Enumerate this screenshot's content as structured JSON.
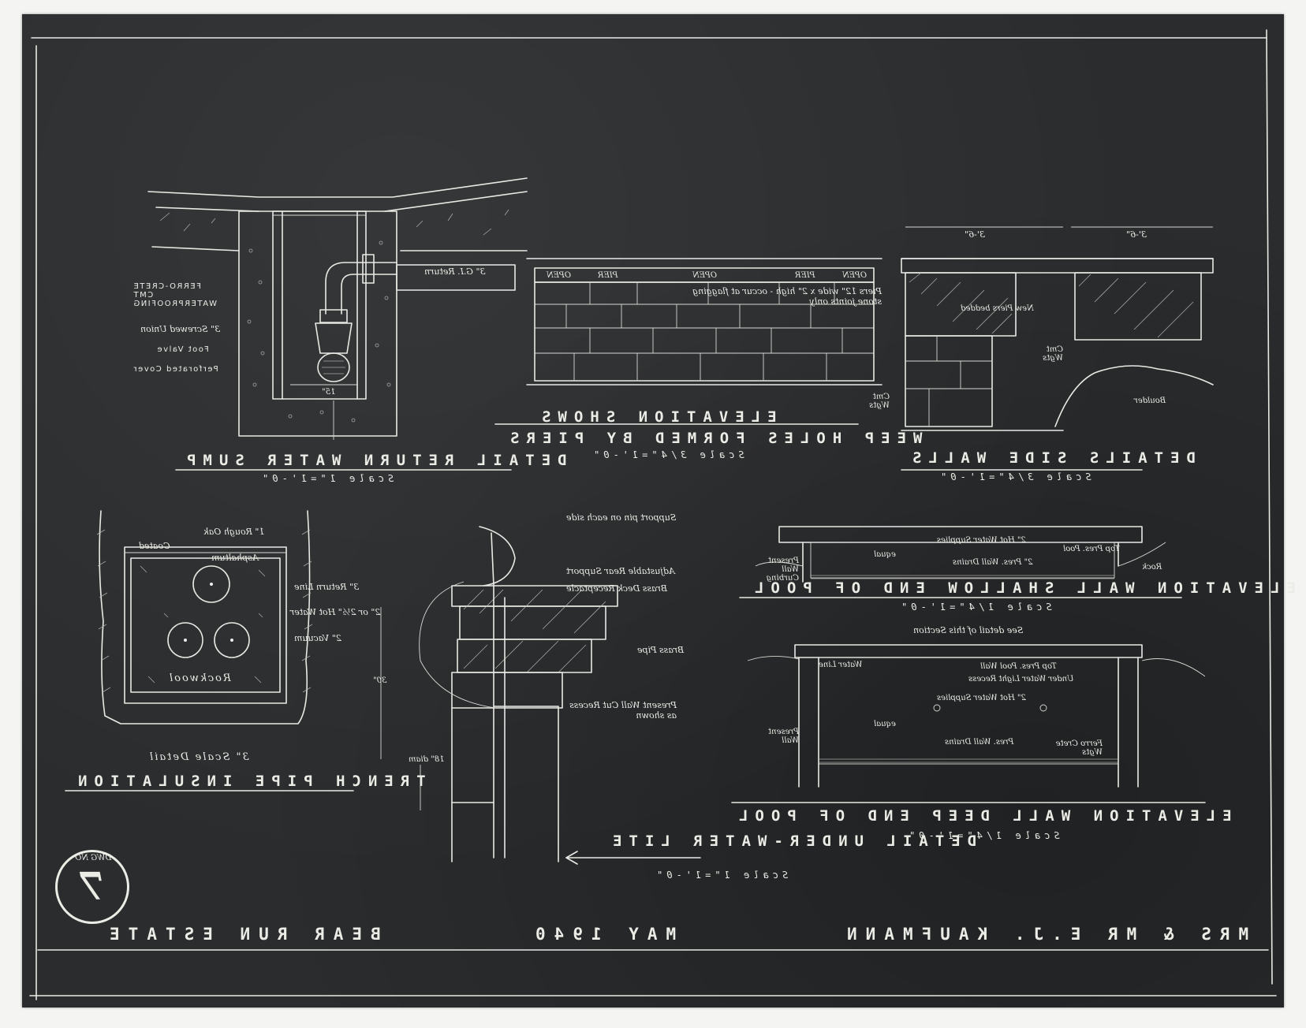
{
  "titles": {
    "sump": "DETAIL RETURN WATER SUMP",
    "sump_scale": "Scale 1\"=1'-0\"",
    "weep": "WEEP HOLES FORMED BY PIERS",
    "weep_sub": "ELEVATION SHOWS",
    "weep_scale": "Scale 3/4\"=1'-0\"",
    "side": "DETAILS SIDE WALLS",
    "side_scale": "Scale 3/4\"=1'-0\"",
    "trench": "TRENCH PIPE INSULATION",
    "trench_scale": "3\" Scale Detail",
    "lite": "DETAIL UNDER-WATER LITE",
    "lite_scale": "Scale 1\"=1'-0\"",
    "shallow": "ELEVATION WALL SHALLOW END OF POOL",
    "shallow_scale": "Scale 1/4\"=1'-0\"",
    "deep": "ELEVATION WALL DEEP END OF POOL",
    "deep_scale": "Scale 1/4\"=1'-0\""
  },
  "sump_notes": {
    "pipe": "3\" G.I. Return",
    "water": "FERRO-CRETE CMT WATERPROOFING",
    "union": "3\" Screwed Union",
    "valve": "Foot Valve",
    "cover": "Perforated Cover",
    "width": "15\""
  },
  "weep_notes": {
    "piers": "Piers 12\" wide x 2\" high - occur at flagging stone joints only",
    "open1": "OPEN",
    "pier1": "PIER",
    "open2": "OPEN",
    "pier2": "PIER",
    "open3": "OPEN",
    "cmt": "Cmt Wgts"
  },
  "side_notes": {
    "dim1": "3'-6\"",
    "dim2": "3'-6\"",
    "bedded": "New Piers bedded",
    "cmt": "Cmt Wgts",
    "boulder": "Boulder"
  },
  "trench_notes": {
    "oak": "1\" Rough Oak",
    "coated": "Coated",
    "asphaltum": "Asphaltum",
    "return": "3\" Return Line",
    "hot": "2\" or 2½\" Hot Water",
    "vacuum": "2\" Vacuum",
    "rockwool": "Rockwool"
  },
  "lite_notes": {
    "support": "Support pin on each side",
    "rear": "Adjustable Rear Support",
    "brass": "Brass Deck Receptacle",
    "pipe": "Brass Pipe",
    "wall": "Present Wall Cut Recess as shown",
    "height": "30\"",
    "diam": "18\" diam"
  },
  "shallow_notes": {
    "top": "Top Pres. Pool",
    "supplies": "2\" Hot Water Supplies",
    "drains": "2\" Pres. Wall Drains",
    "equal": "equal",
    "rock": "Rock",
    "present": "Present Wall Curbing"
  },
  "deep_notes": {
    "see": "See detail of this Section",
    "waterline": "Water Line",
    "top": "Top Pres. Pool Wall",
    "lights": "Under Water Light Recess",
    "supplies": "2\" Hot Water Supplies",
    "drains": "Pres. Wall Drains",
    "equal": "equal",
    "ferro": "Ferro Crete Wgts",
    "present": "Present Wall"
  },
  "footer": {
    "client": "MRS & MR E.J. KAUFMANN",
    "date": "MAY 1940",
    "estate": "BEAR RUN ESTATE",
    "dwg_label": "DWG NO",
    "dwg_no": "7"
  }
}
